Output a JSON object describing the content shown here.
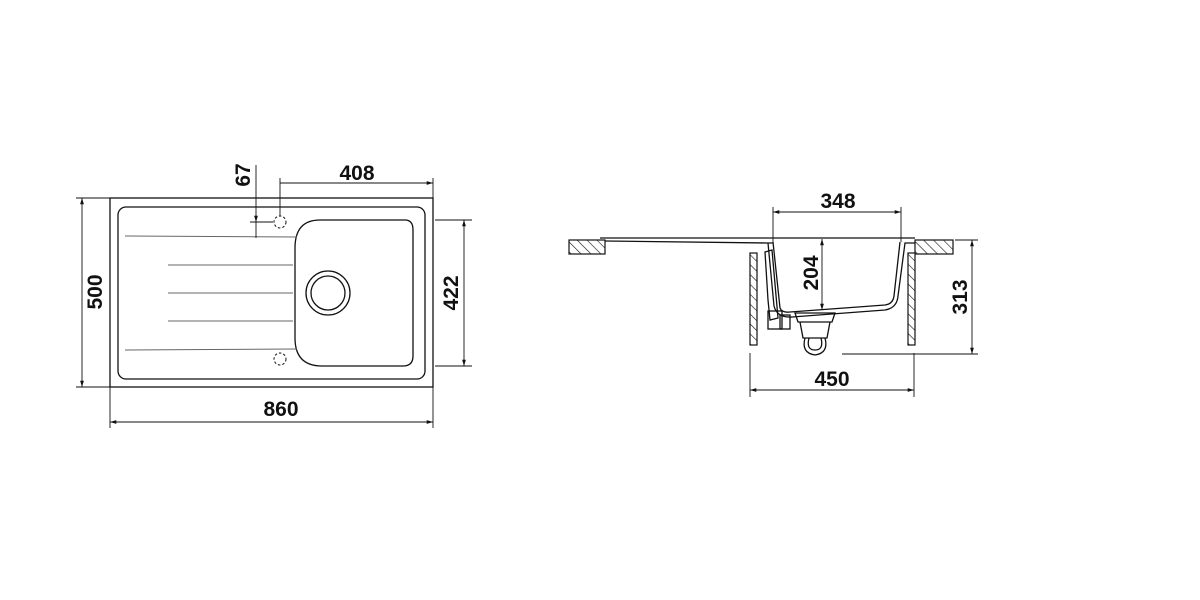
{
  "top_view": {
    "dimensions": {
      "overall_length": "860",
      "overall_width": "500",
      "bowl_length": "408",
      "bowl_width": "422",
      "tap_hole_offset": "67"
    }
  },
  "side_view": {
    "dimensions": {
      "bowl_inner_width": "348",
      "bowl_depth": "204",
      "total_depth": "313",
      "min_cabinet_width": "450"
    }
  }
}
